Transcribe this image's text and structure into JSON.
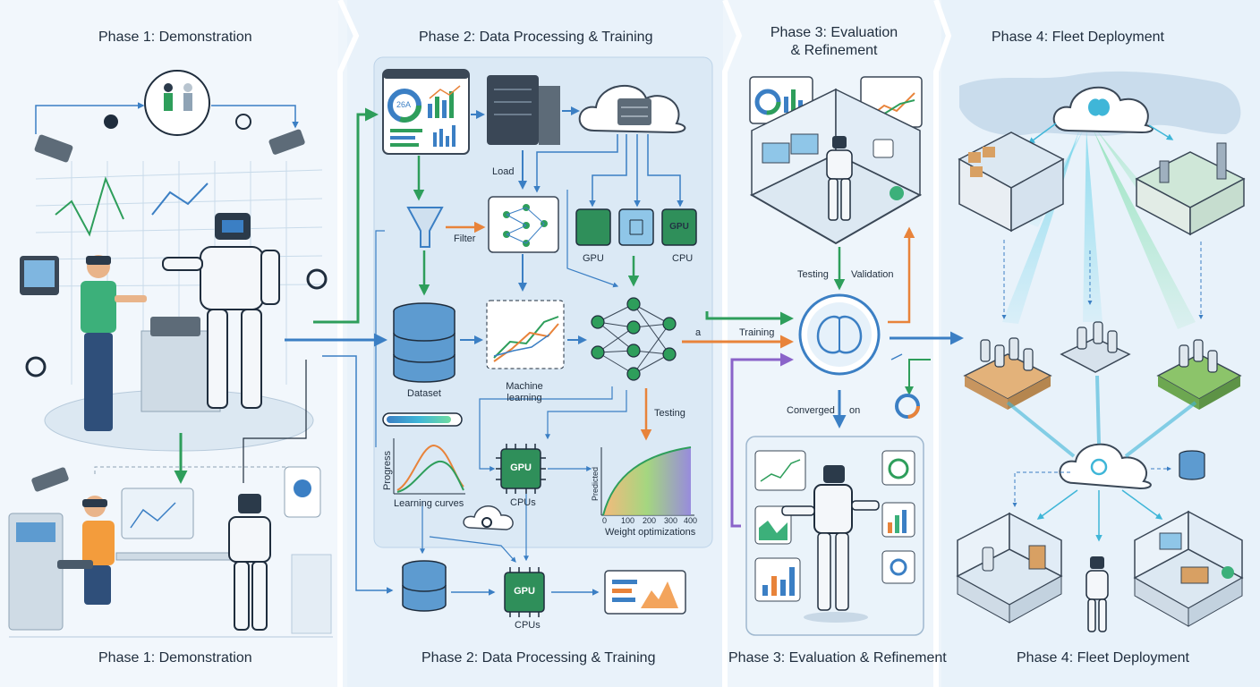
{
  "phases": {
    "top": {
      "p1": "Phase 1: Demonstration",
      "p2": "Phase 2: Data Processing & Training",
      "p3_line1": "Phase 3: Evaluation",
      "p3_line2": "& Refinement",
      "p4": "Phase 4: Fleet Deployment"
    },
    "bottom": {
      "p1": "Phase 1: Demonstration",
      "p2": "Phase 2: Data Processing & Training",
      "p3": "Phase 3: Evaluation & Refinement",
      "p4": "Phase 4: Fleet Deployment"
    }
  },
  "phase2": {
    "dashboard_value": "26A",
    "load": "Load",
    "filter": "Filter",
    "gpu_chip": "GPU",
    "gpu_label": "GPU",
    "cpu_label": "CPU",
    "dataset": "Dataset",
    "ml_line1": "Machine",
    "ml_line2": "learning",
    "testing": "Testing",
    "progress": "Progress",
    "learning_curves": "Learning curves",
    "gpu_mid": "GPU",
    "cpus_mid": "CPUs",
    "predicted": "Predicted",
    "axis_ticks": [
      "0",
      "100",
      "200",
      "300",
      "400"
    ],
    "weight_opt": "Weight optimizations",
    "gpu_bottom": "GPU",
    "cpus_bottom": "CPUs"
  },
  "phase3": {
    "testing": "Testing",
    "validation": "Validation",
    "training_a": "a",
    "training": "Training",
    "converged": "Converged",
    "on": "on"
  },
  "colors": {
    "blue": "#3b7fc4",
    "green": "#2e9e5b",
    "orange": "#e8833a",
    "purple": "#8a63c9",
    "cyan": "#3fb6d8",
    "chip_green": "#2f8f5a"
  }
}
